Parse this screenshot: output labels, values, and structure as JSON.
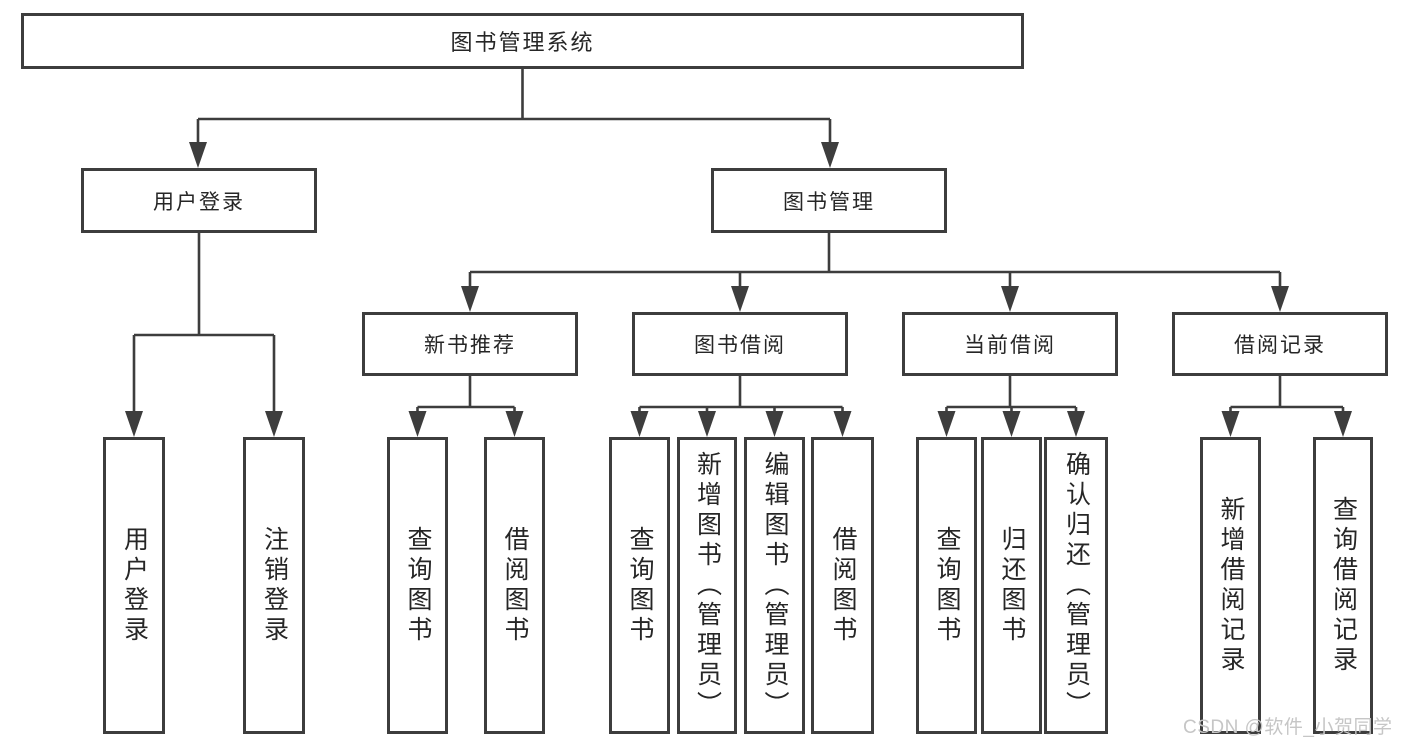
{
  "root": {
    "label": "图书管理系统",
    "children": [
      {
        "label": "用户登录",
        "children": [
          {
            "label": "用户登录"
          },
          {
            "label": "注销登录"
          }
        ]
      },
      {
        "label": "图书管理",
        "children": [
          {
            "label": "新书推荐",
            "children": [
              {
                "label": "查询图书"
              },
              {
                "label": "借阅图书"
              }
            ]
          },
          {
            "label": "图书借阅",
            "children": [
              {
                "label": "查询图书"
              },
              {
                "label": "新增图书（管理员）"
              },
              {
                "label": "编辑图书（管理员）"
              },
              {
                "label": "借阅图书"
              }
            ]
          },
          {
            "label": "当前借阅",
            "children": [
              {
                "label": "查询图书"
              },
              {
                "label": "归还图书"
              },
              {
                "label": "确认归还（管理员）"
              }
            ]
          },
          {
            "label": "借阅记录",
            "children": [
              {
                "label": "新增借阅记录"
              },
              {
                "label": "查询借阅记录"
              }
            ]
          }
        ]
      }
    ]
  },
  "watermark": {
    "text": "CSDN @软件_小贺同学"
  },
  "colors": {
    "line": "#3d3d3d",
    "text": "#262626",
    "box_background": "#ffffff",
    "watermark": "#c6c6c6"
  }
}
